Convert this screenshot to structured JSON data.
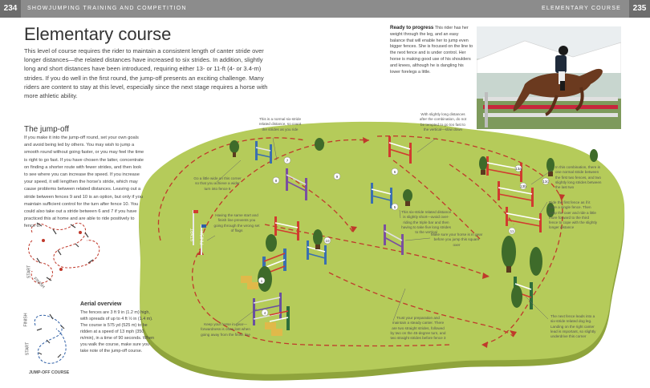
{
  "header": {
    "left_page_number": "234",
    "left_running_head": "SHOWJUMPING TRAINING AND COMPETITION",
    "right_running_head": "ELEMENTARY COURSE",
    "right_page_number": "235"
  },
  "title": "Elementary course",
  "intro": "This level of course requires the rider to maintain a consistent length of canter stride over longer distances—the related distances have increased to six strides. In addition, slightly long and short distances have been introduced, requiring either 13- or 11-ft (4- or 3.4-m) strides. If you do well in the first round, the jump-off presents an exciting challenge. Many riders are content to stay at this level, especially since the next stage requires a horse with more athletic ability.",
  "jumpoff": {
    "heading": "The jump-off",
    "body": "If you make it into the jump-off round, set your own goals and avoid being led by others. You may wish to jump a smooth round without going faster, or you may feel the time is right to go fast. If you have chosen the latter, concentrate on finding a shorter route with fewer strides, and then look to see where you can increase the speed. If you increase your speed, it will lengthen the horse's stride, which may cause problems between related distances. Leaving out a stride between fences 9 and 10 is an option, but only if you maintain sufficient control for the turn after fence 10. You could also take out a stride between 6 and 7 if you have practiced this at home and are able to ride positively to fence 6."
  },
  "aerial": {
    "heading": "Aerial overview",
    "body": "The fences are 3 ft 9 in (1.2 m) high, with spreads of up to 4 ft ½ in (1.4 m). The course is 575 yd (525 m) to be ridden at a speed of 13 mph (350 m/min), in a time of 90 seconds. When you walk the course, make sure you take note of the jump-off course.",
    "start_label": "START",
    "finish_label": "FINISH",
    "jumpoff_caption": "JUMP-OFF COURSE"
  },
  "ready": {
    "lead": "Ready to progress",
    "body": "This rider has her weight through the leg, and an easy balance that will enable her to jump even bigger fences. She is focused on the line to the next fence and is under control. Her horse is making good use of his shoulders and knees, although he is dangling his lower forelegs a little."
  },
  "annotations": {
    "a1": "This is a normal six-stride related distance, so count the strides as you ride",
    "a2": "With slightly long distances after the combination, do not be tempted to go too fast to the vertical—slow down",
    "a3": "In this combination, there is one normal stride between the first two fences, and two slightly long strides between the last two",
    "a4": "Go a little wide on this corner so that you achieve a wider turn into fence 8",
    "a5": "Ride the first fence as if it were a single fence. Then jump the oxer and ride a little more forward to the third fence to cope with the slightly longer distance",
    "a6": "Having the same start and finish line prevents you going through the wrong set of flags",
    "a7": "This six-stride related distance is slightly short—avoid over-riding the triple bar and then having to take five long strides to the vertical",
    "a8": "Make sure your horse is in gear before you jump this square oxer",
    "a9": "Keep your horse in gear—forwardness is often lost when going away from the finish line",
    "a10": "Trust your preparation and maintain a steady canter. There are two straight strides, followed by two on the 45-degree turn, and two straight strides before fence 3",
    "a11": "The next fence leads into a six-stride related dog leg. Landing on the right canter lead is important, so slightly underdrive this corner"
  },
  "course": {
    "start_label": "START",
    "finish_label": "FINISH",
    "fence_numbers": [
      "1",
      "2",
      "3",
      "4",
      "5",
      "6",
      "7",
      "8",
      "9",
      "10",
      "11",
      "12",
      "13a",
      "13b",
      "13c"
    ]
  },
  "colors": {
    "header_bar": "#8c8c8c",
    "header_number": "#6d6d6d",
    "grass": "#b5cb5a",
    "grass_side": "#8fa43c",
    "route": "#c0392b",
    "jumpoff_route": "#2e5fa6"
  }
}
